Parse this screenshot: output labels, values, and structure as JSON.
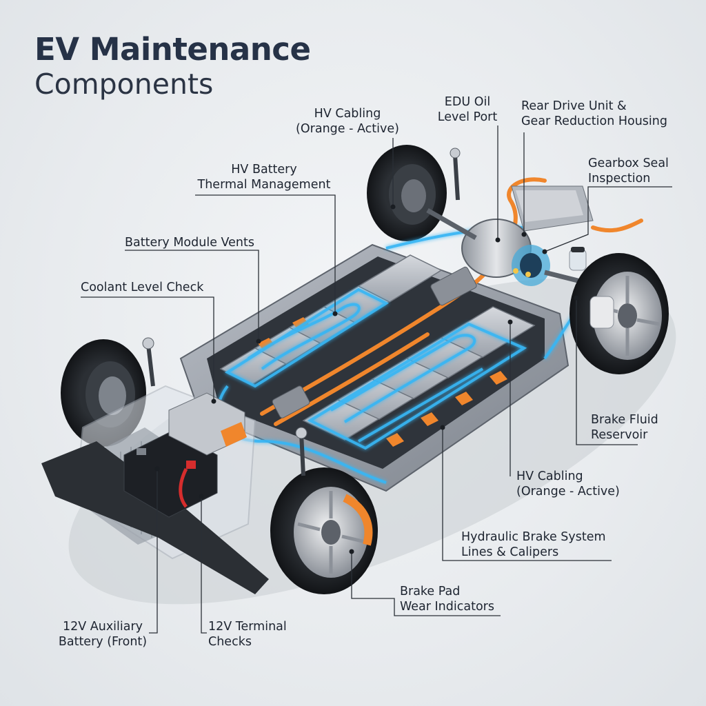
{
  "title": {
    "line1": "EV Maintenance",
    "line2": "Components"
  },
  "callouts": {
    "hv_cabling_top": {
      "line1": "HV Cabling",
      "line2": "(Orange - Active)"
    },
    "edu_oil": {
      "line1": "EDU Oil",
      "line2": "Level Port"
    },
    "rear_drive": {
      "line1": "Rear Drive Unit &",
      "line2": "Gear Reduction Housing"
    },
    "hv_thermal": {
      "line1": "HV Battery",
      "line2": "Thermal Management"
    },
    "gearbox_seal": {
      "line1": "Gearbox Seal",
      "line2": "Inspection"
    },
    "module_vents": {
      "line1": "Battery Module Vents"
    },
    "coolant": {
      "line1": "Coolant Level Check"
    },
    "brake_fluid": {
      "line1": "Brake Fluid",
      "line2": "Reservoir"
    },
    "hv_cabling_bottom": {
      "line1": "HV Cabling",
      "line2": "(Orange - Active)"
    },
    "hydraulic": {
      "line1": "Hydraulic Brake System",
      "line2": "Lines & Calipers"
    },
    "brake_pad": {
      "line1": "Brake Pad",
      "line2": "Wear Indicators"
    },
    "aux_battery": {
      "line1": "12V Auxiliary",
      "line2": "Battery (Front)"
    },
    "terminal": {
      "line1": "12V Terminal",
      "line2": "Checks"
    }
  },
  "colors": {
    "coolant_blue": "#39b6f4",
    "hv_orange": "#f0862c",
    "chassis_gray": "#8a9099",
    "tire_black": "#1e2125",
    "leader_line": "#2a2f36"
  }
}
